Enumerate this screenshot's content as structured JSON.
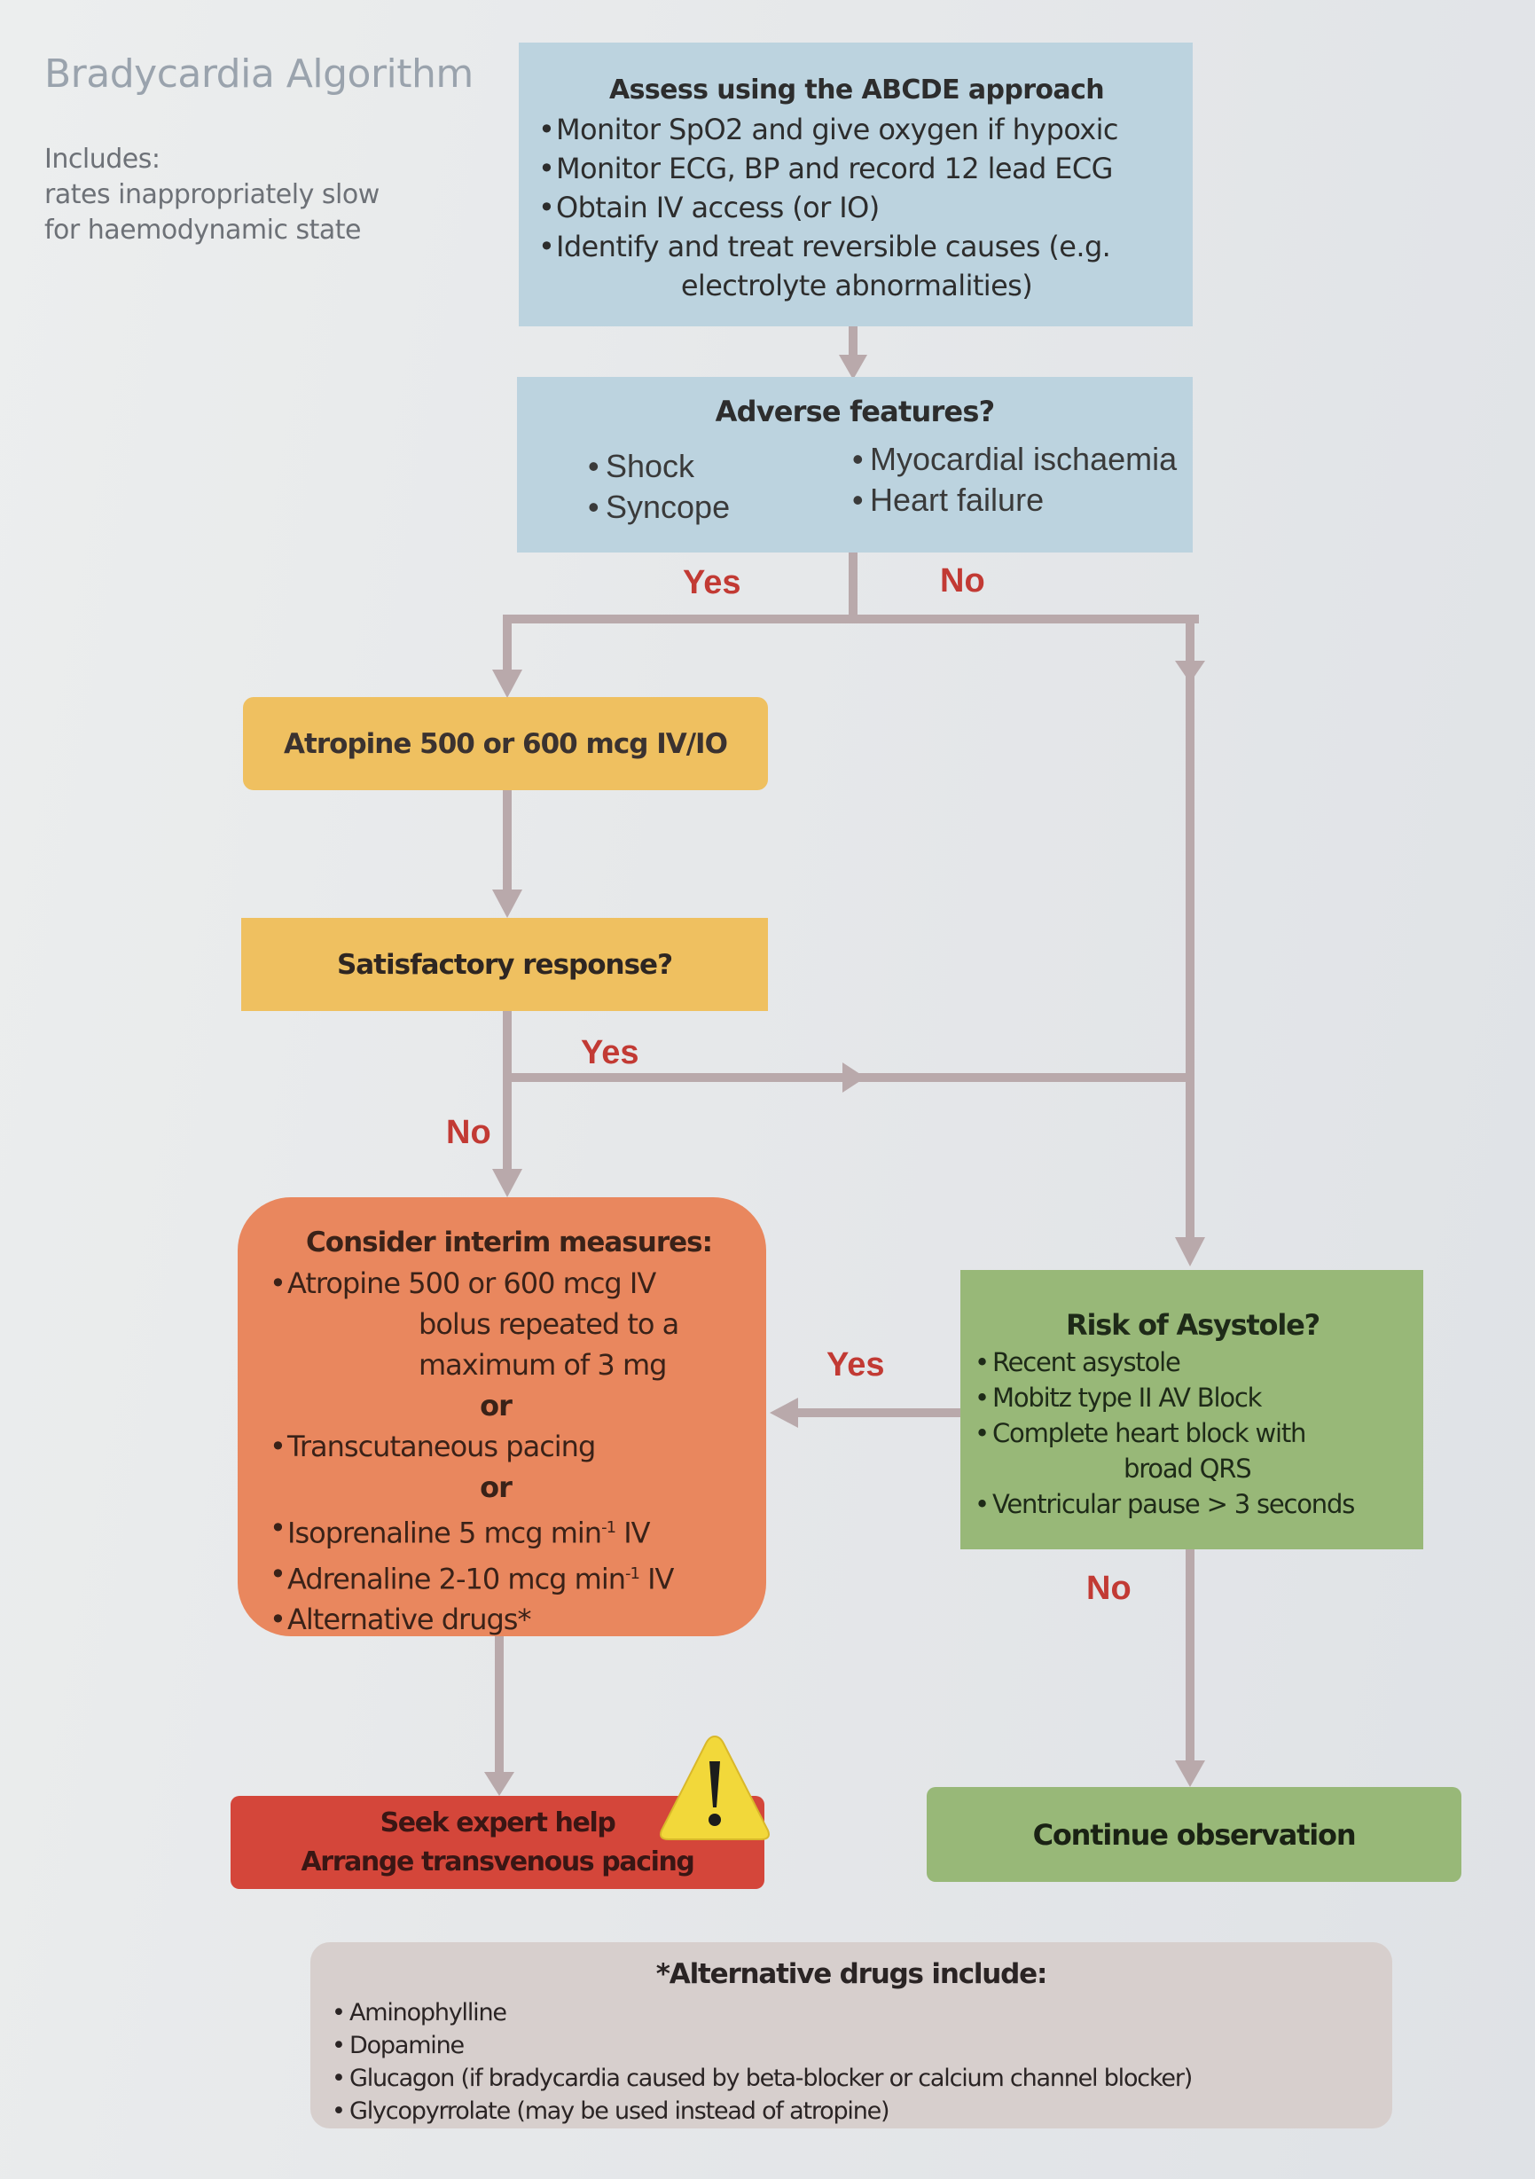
{
  "header": {
    "title": "Bradycardia Algorithm",
    "includes_label": "Includes:",
    "includes_lines": [
      "rates inappropriately slow",
      "for haemodynamic state"
    ]
  },
  "assess": {
    "heading": "Assess using the ABCDE approach",
    "items": [
      "Monitor SpO2 and give oxygen if hypoxic",
      "Monitor ECG, BP and record 12 lead ECG",
      "Obtain IV access (or IO)",
      "Identify and treat reversible causes (e.g."
    ],
    "item_continuation": "electrolyte abnormalities)"
  },
  "adverse": {
    "heading": "Adverse features?",
    "left_items": [
      "Shock",
      "Syncope"
    ],
    "right_items": [
      "Myocardial ischaemia",
      "Heart failure"
    ]
  },
  "labels": {
    "adverse_yes": "Yes",
    "adverse_no": "No",
    "response_yes": "Yes",
    "response_no": "No",
    "asystole_yes": "Yes",
    "asystole_no": "No"
  },
  "atropine": {
    "text": "Atropine 500 or 600 mcg IV/IO"
  },
  "response": {
    "text": "Satisfactory response?"
  },
  "interim": {
    "heading": "Consider interim measures:",
    "item1": "Atropine 500 or 600 mcg IV",
    "item1_cont1": "bolus repeated to a",
    "item1_cont2": "maximum of 3 mg",
    "or1": "or",
    "item2": "Transcutaneous pacing",
    "or2": "or",
    "item3_pre": "Isoprenaline 5 mcg min",
    "item3_sup": "-1",
    "item3_post": " IV",
    "item4_pre": "Adrenaline 2-10 mcg min",
    "item4_sup": "-1",
    "item4_post": " IV",
    "item5": "Alternative drugs*"
  },
  "asystole": {
    "heading": "Risk of Asystole?",
    "items": [
      "Recent asystole",
      "Mobitz type II AV Block",
      "Complete heart block with"
    ],
    "item3_cont": "broad QRS",
    "item4": "Ventricular pause > 3 seconds"
  },
  "expert": {
    "line1": "Seek expert help",
    "line2": "Arrange transvenous pacing",
    "icon": "warning-icon"
  },
  "observe": {
    "text": "Continue observation"
  },
  "alt_drugs": {
    "heading": "*Alternative drugs include:",
    "items": [
      "Aminophylline",
      "Dopamine",
      "Glucagon (if bradycardia caused by beta-blocker or calcium channel blocker)",
      "Glycopyrrolate (may be used instead of atropine)"
    ]
  },
  "colors": {
    "assess_fill": "#bcd3df",
    "atropine_fill": "#efc060",
    "interim_fill": "#e9875e",
    "asystole_fill": "#98b878",
    "expert_fill": "#d4463a",
    "alt_fill": "#d7cfcd",
    "label_red": "#c23a34",
    "connector": "#b9a9ab",
    "warning_yellow": "#f2d83a"
  }
}
